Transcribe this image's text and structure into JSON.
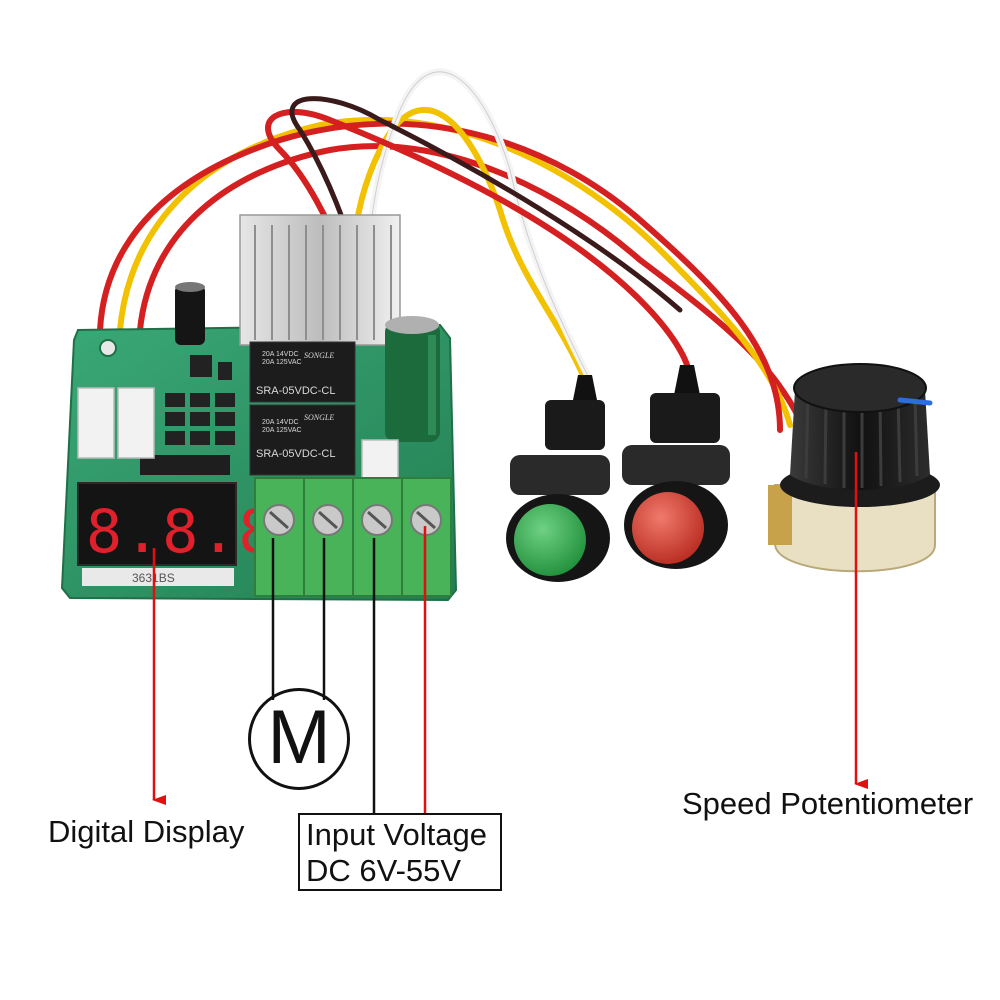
{
  "labels": {
    "digital_display": "Digital Display",
    "input_voltage_line1": "Input Voltage",
    "input_voltage_line2": "DC 6V-55V",
    "speed_potentiometer": "Speed Potentiometer",
    "motor_symbol": "M"
  },
  "board_markings": {
    "relay_top_line1": "20A 14VDC",
    "relay_top_line2": "20A 125VAC",
    "relay_top_model": "SRA-05VDC-CL",
    "relay_bottom_line1": "20A 14VDC",
    "relay_bottom_line2": "20A 125VAC",
    "relay_bottom_model": "SRA-05VDC-CL",
    "relay_brand": "SONGLE",
    "display_part": "3631BS",
    "display_digits": "8.8.8."
  },
  "colors": {
    "pcb": "#2f9e6a",
    "terminal": "#49b35a",
    "button_green": "#2aa84a",
    "button_red": "#d63a2e",
    "arrow_red": "#e01010",
    "wire_red": "#d42020",
    "wire_yellow": "#f2c200",
    "wire_white": "#f4f4f4",
    "knob": "#1b1b1b",
    "knob_marker": "#2a6fdb"
  }
}
